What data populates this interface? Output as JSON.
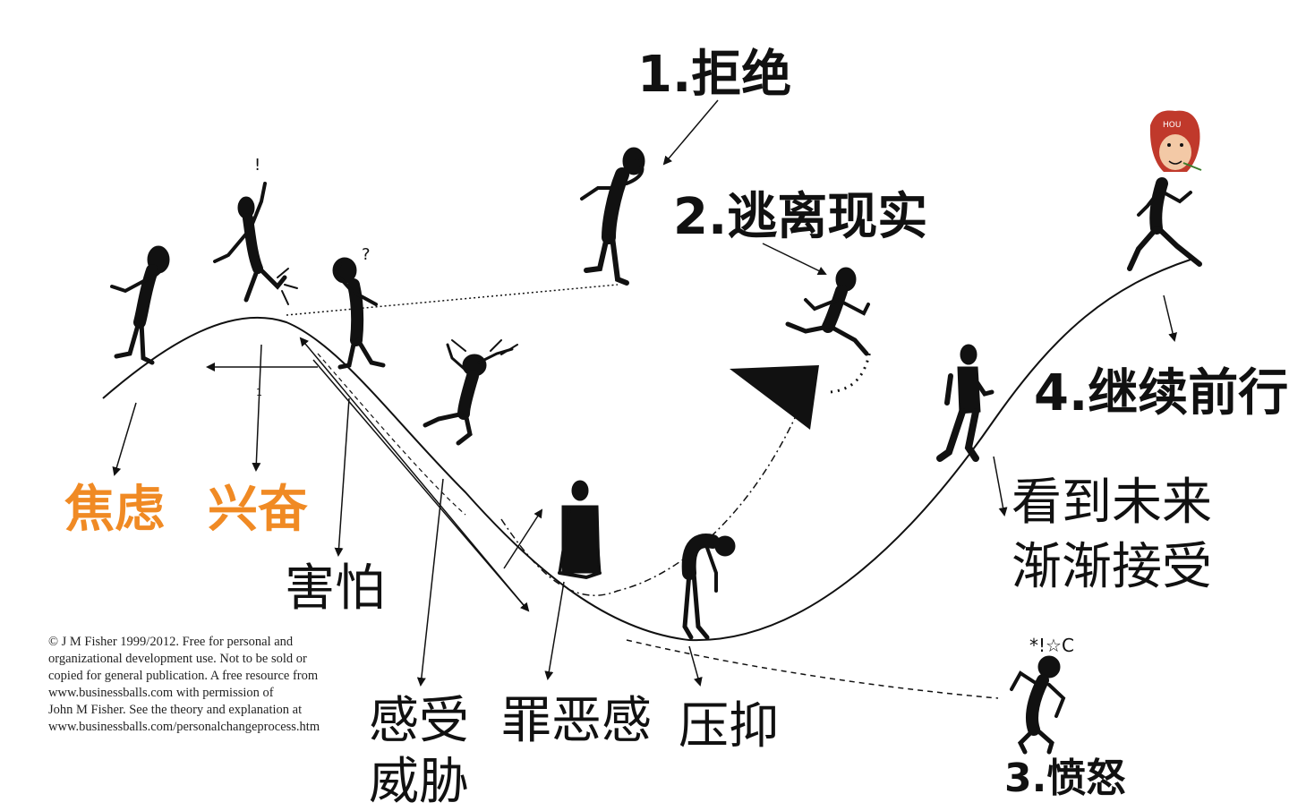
{
  "stages": {
    "s1": "1.拒绝",
    "s2": "2.逃离现实",
    "s3": "3.愤怒",
    "s4": "4.继续前行"
  },
  "emotions": {
    "anxiety": "焦虑",
    "excitement": "兴奋",
    "fear": "害怕",
    "threat_line1": "感受",
    "threat_line2": "威胁",
    "guilt": "罪恶感",
    "depression": "压抑",
    "future_line1": "看到未来",
    "future_line2": "渐渐接受"
  },
  "marks": {
    "exclaim": "!",
    "question": "?",
    "tick": "1",
    "monkey_tag": "HOU",
    "anger_symbols": "*!☆C"
  },
  "credit": {
    "line1": "© J M Fisher 1999/2012. Free for personal and",
    "line2": "organizational development use. Not to be sold or",
    "line3": "copied for general publication. A free resource from",
    "line4": "www.businessballs.com with permission of",
    "line5": "John M Fisher.  See the theory and explanation at",
    "line6": "www.businessballs.com/personalchangeprocess.htm"
  },
  "colors": {
    "ink": "#111111",
    "accent": "#f08a24",
    "monkey": "#c0392b"
  },
  "icons": [
    "worried-person-icon",
    "shocked-person-icon",
    "confused-person-icon",
    "denying-person-icon",
    "panicked-person-icon",
    "running-away-person-icon",
    "guilty-person-icon",
    "depressed-person-icon",
    "walking-person-icon",
    "angry-person-icon",
    "monkey-head-icon",
    "running-person-icon"
  ]
}
